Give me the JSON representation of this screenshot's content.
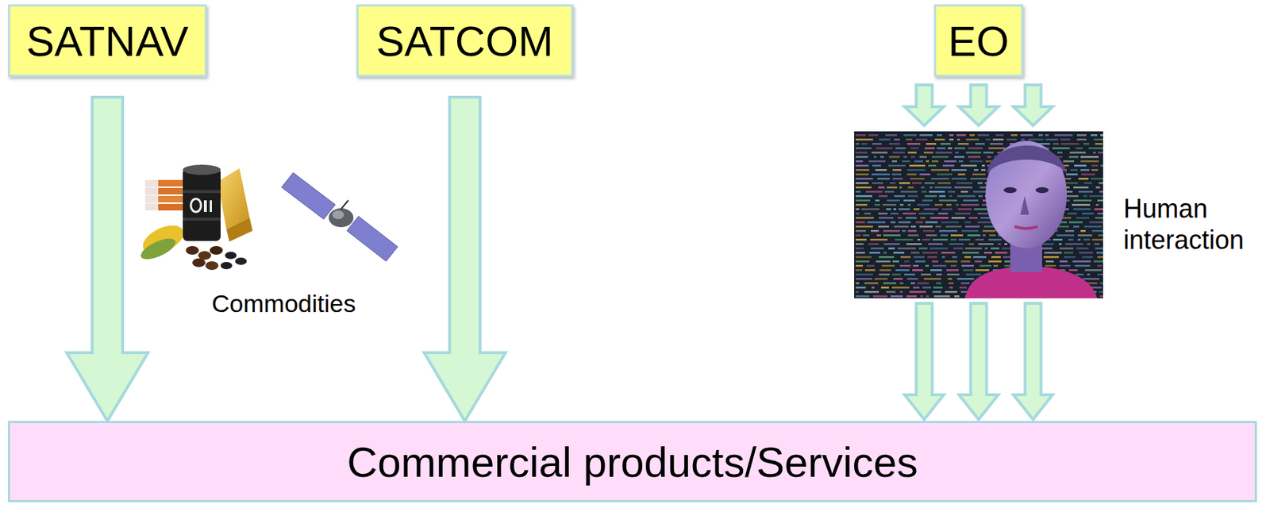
{
  "diagram": {
    "nodes": [
      {
        "text": [
          "SATNAV"
        ]
      },
      {
        "text": [
          "SATCOM"
        ]
      },
      {
        "text": [
          "EO"
        ]
      },
      {
        "text": [
          "Commercial products/Services"
        ]
      }
    ],
    "edges": [
      {
        "from": 0,
        "to": 3,
        "arrow": "to"
      },
      {
        "from": 1,
        "to": 3,
        "arrow": "to"
      },
      {
        "from": 2,
        "to": 3,
        "arrow": "to"
      }
    ],
    "labels": [
      "Commodities",
      "Human interaction"
    ]
  }
}
